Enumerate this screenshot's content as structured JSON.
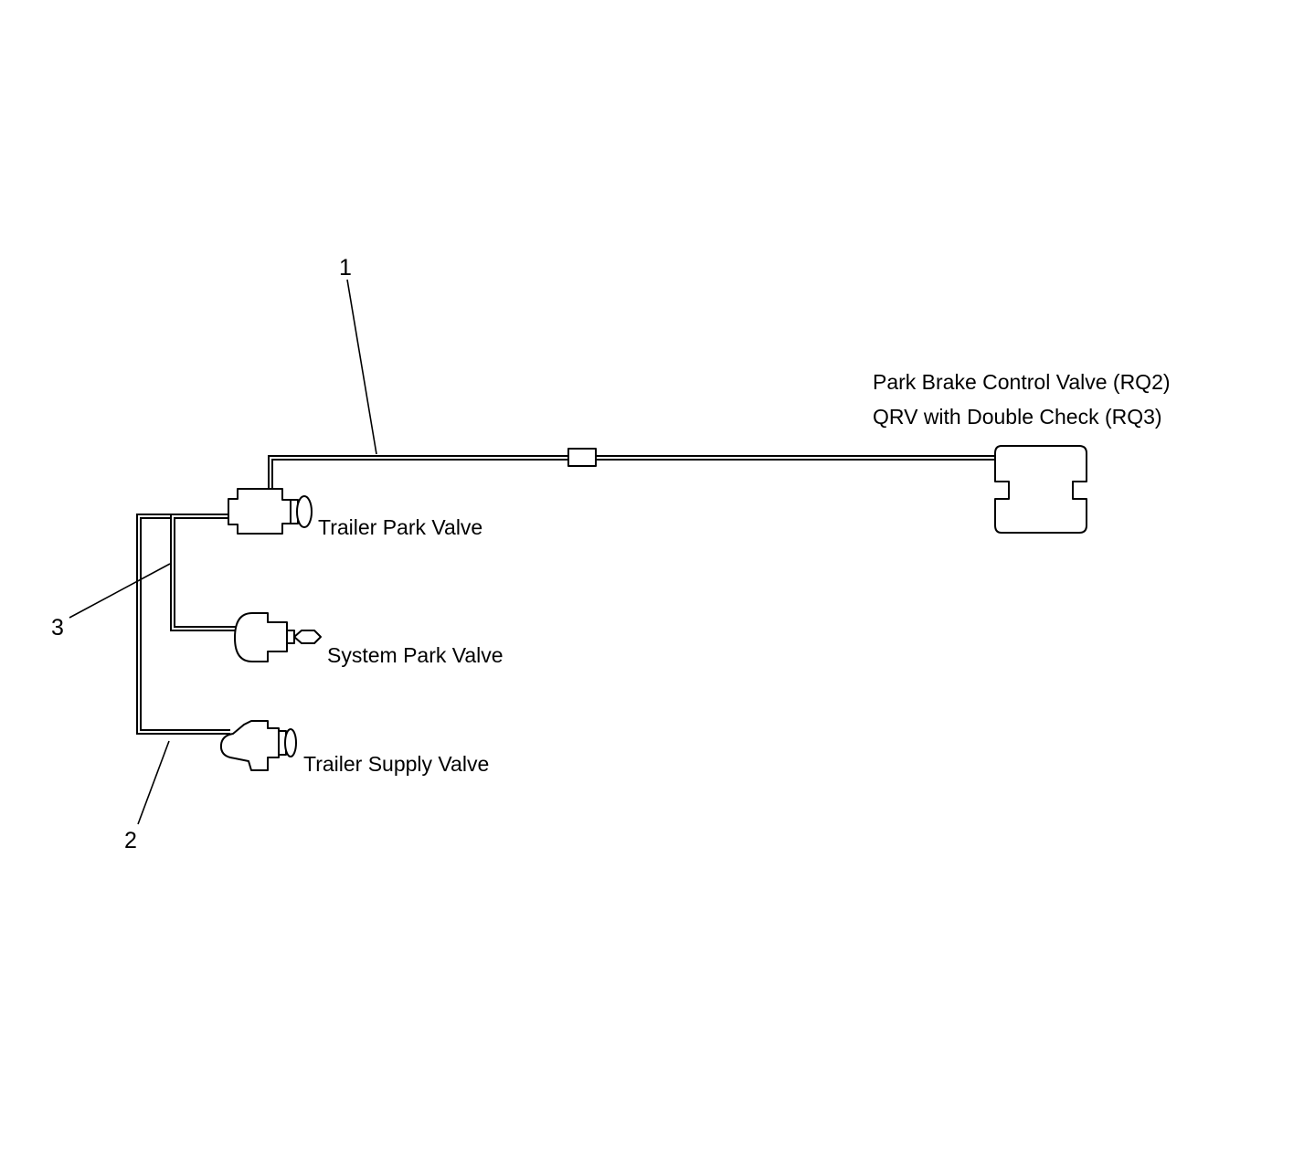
{
  "colors": {
    "line": "#000000",
    "background": "#ffffff"
  },
  "labels": {
    "park_brake_control_valve": "Park Brake Control Valve (RQ2)",
    "qrv_double_check": "QRV with Double Check (RQ3)",
    "trailer_park_valve": "Trailer Park Valve",
    "system_park_valve": "System Park Valve",
    "trailer_supply_valve": "Trailer Supply Valve"
  },
  "callouts": {
    "hose_1": "1",
    "hose_2": "2",
    "hose_3": "3"
  }
}
